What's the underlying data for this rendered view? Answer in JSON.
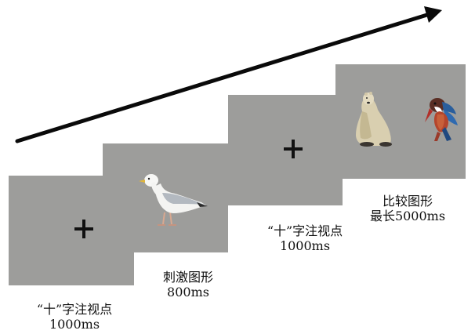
{
  "colors": {
    "screen_background": "#9d9d9b",
    "fixation_cross": "#111111",
    "arrow": "#0a0a0a"
  },
  "steps": [
    {
      "content": "fixation-cross",
      "label_line1": "“十”字注视点",
      "label_line2": "1000ms"
    },
    {
      "content": "seagull-image",
      "label_line1": "刺激图形",
      "label_line2": "800ms"
    },
    {
      "content": "fixation-cross",
      "label_line1": "“十”字注视点",
      "label_line2": "1000ms"
    },
    {
      "content": "polar-bear-image and kingfisher-image",
      "label_line1": "比较图形",
      "label_line2": "最长5000ms"
    }
  ]
}
